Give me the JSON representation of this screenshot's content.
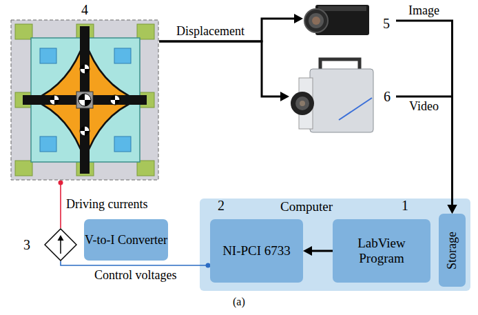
{
  "diagram": {
    "caption": "(a)",
    "nodes": [
      {
        "text": [
          "4"
        ]
      },
      {
        "text": [
          "5"
        ]
      },
      {
        "text": [
          "6"
        ]
      },
      {
        "text": [
          "3"
        ]
      },
      {
        "text": [
          "V-to-I Converter"
        ]
      },
      {
        "text": [
          "Computer"
        ]
      },
      {
        "text": [
          "NI-PCI 6733"
        ],
        "in": 5
      },
      {
        "text": [
          "LabView Program"
        ],
        "in": 5
      },
      {
        "text": [
          "Storage"
        ],
        "in": 5
      }
    ],
    "edges": [
      {
        "from": 0,
        "to": 1,
        "arrow": "to",
        "label": "Displacement"
      },
      {
        "from": 0,
        "to": 2,
        "arrow": "to"
      },
      {
        "from": 1,
        "to": 8,
        "arrow": "to",
        "label": "Image"
      },
      {
        "from": 2,
        "to": 8,
        "arrow": "to",
        "label": "Video"
      },
      {
        "from": 7,
        "to": 6,
        "arrow": "to"
      },
      {
        "from": 6,
        "to": 3,
        "arrow": "none",
        "label": "Control voltages"
      },
      {
        "from": 3,
        "to": 0,
        "arrow": "none",
        "label": "Driving currents"
      }
    ],
    "labels": [
      "2",
      "1"
    ]
  }
}
